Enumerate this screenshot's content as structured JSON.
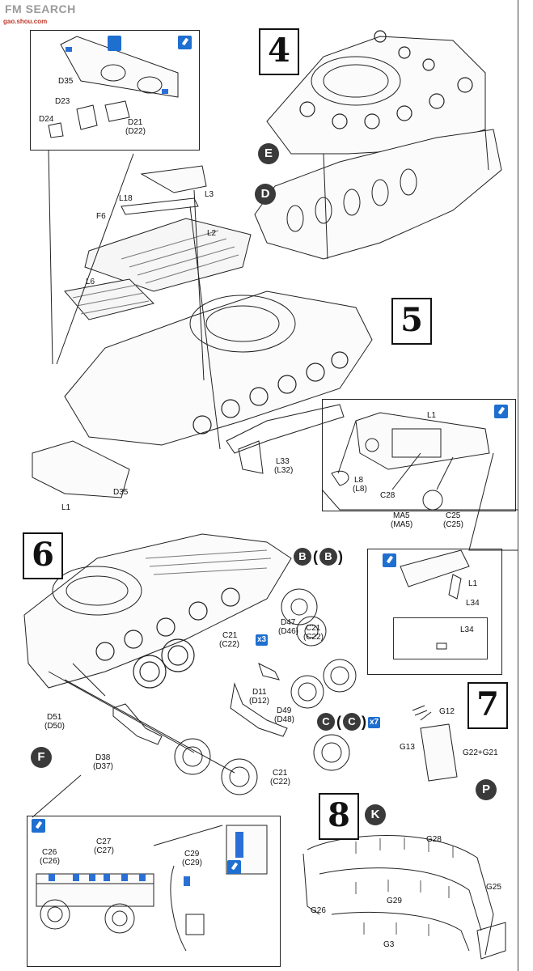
{
  "watermark": {
    "text": "FM  SEARCH",
    "url": "gao.shou.com"
  },
  "steps": {
    "s4": "4",
    "s5": "5",
    "s6": "6",
    "s7": "7",
    "s8": "8"
  },
  "refs": {
    "E": "E",
    "D": "D",
    "B": "B",
    "C": "C",
    "F": "F",
    "P": "P",
    "K": "K"
  },
  "badges": {
    "x3": "x3",
    "x7": "x7"
  },
  "inset_top": {
    "d35": "D35",
    "d23": "D23",
    "d24": "D24",
    "d21": "D21",
    "d22": "(D22)"
  },
  "step5": {
    "l3": "L3",
    "l18": "L18",
    "f6": "F6",
    "l2": "L2",
    "l6": "L6",
    "d35": "D35",
    "l1": "L1",
    "l33": "L33",
    "l32": "(L32)"
  },
  "inset5": {
    "l1": "L1",
    "l8": "L8",
    "l8b": "(L8)",
    "c28": "C28",
    "ma5": "MA5",
    "ma5b": "(MA5)",
    "c25": "C25",
    "c25b": "(C25)"
  },
  "inset5b": {
    "l1": "L1",
    "l34a": "L34",
    "l34b": "L34"
  },
  "step6": {
    "d47": "D47",
    "d46": "(D46)",
    "c21a": "C21",
    "c22a": "(C22)",
    "c21b": "C21",
    "c22b": "(C22)",
    "d11": "D11",
    "d12": "(D12)",
    "d49": "D49",
    "d48": "(D48)",
    "d51": "D51",
    "d50": "(D50)",
    "d38": "D38",
    "d37": "(D37)",
    "c21c": "C21",
    "c22c": "(C22)"
  },
  "inset6": {
    "c27": "C27",
    "c27b": "(C27)",
    "c26": "C26",
    "c26b": "(C26)",
    "c29": "C29",
    "c29b": "(C29)"
  },
  "step7": {
    "g12": "G12",
    "g13": "G13",
    "g22": "G22+G21"
  },
  "step8": {
    "g28": "G28",
    "g26": "G26",
    "g29": "G29",
    "g25": "G25",
    "g3": "G3"
  }
}
